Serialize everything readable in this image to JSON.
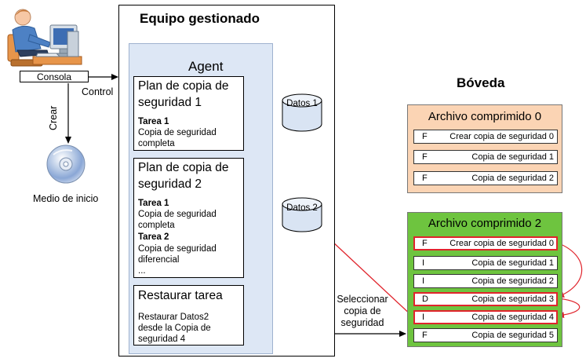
{
  "console_label": "Consola",
  "control_label": "Control",
  "create_label": "Crear",
  "boot_media_label": "Medio de inicio",
  "machine": {
    "title": "Equipo gestionado",
    "agent_label": "Agent",
    "plans": [
      {
        "title_lines": [
          "Plan de copia de",
          "seguridad 1"
        ],
        "tasks": [
          {
            "name": "Tarea 1",
            "desc_lines": [
              "Copia de seguridad",
              "completa"
            ]
          }
        ]
      },
      {
        "title_lines": [
          "Plan de copia de",
          "seguridad 2"
        ],
        "tasks": [
          {
            "name": "Tarea 1",
            "desc_lines": [
              "Copia de seguridad",
              "completa"
            ]
          },
          {
            "name": "Tarea 2",
            "desc_lines": [
              "Copia de seguridad",
              "diferencial"
            ]
          }
        ],
        "ellipsis": "..."
      },
      {
        "title_lines": [
          "Restaurar tarea"
        ],
        "desc_lines": [
          "Restaurar Datos2",
          "desde la Copia de",
          "seguridad 4"
        ]
      }
    ],
    "disks": [
      "Datos 1",
      "Datos 2"
    ]
  },
  "select_backup_lines": [
    "Seleccionar",
    "copia de",
    "seguridad"
  ],
  "vault": {
    "title": "Bóveda",
    "archives": [
      {
        "title": "Archivo comprimido 0",
        "bg_color": "#fbd4b4",
        "rows": [
          {
            "type": "F",
            "name": "Crear copia de seguridad 0"
          },
          {
            "type": "F",
            "name": "Copia de seguridad 1"
          },
          {
            "type": "F",
            "name": "Copia de seguridad 2"
          }
        ]
      },
      {
        "title": "Archivo comprimido 2",
        "bg_color": "#6ec43f",
        "rows": [
          {
            "type": "F",
            "name": "Crear copia de seguridad 0",
            "highlighted": true
          },
          {
            "type": "I",
            "name": "Copia de seguridad 1"
          },
          {
            "type": "I",
            "name": "Copia de seguridad 2"
          },
          {
            "type": "D",
            "name": "Copia de seguridad 3",
            "highlighted": true
          },
          {
            "type": "I",
            "name": "Copia de seguridad 4",
            "highlighted": true
          },
          {
            "type": "F",
            "name": "Copia de seguridad 5"
          }
        ]
      }
    ]
  },
  "colors": {
    "agent_bg": "#dde7f5",
    "highlight": "#e0242c",
    "disk_fill": "#d9e4f3"
  }
}
